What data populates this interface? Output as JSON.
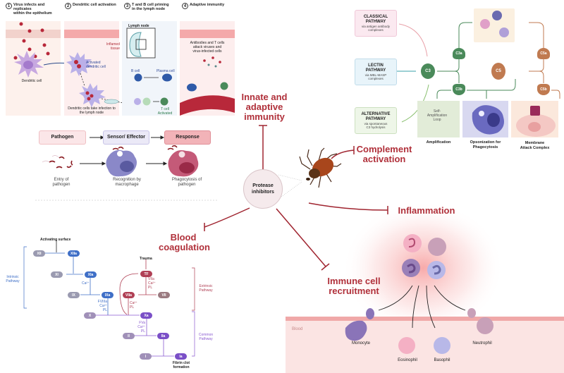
{
  "center": {
    "label_line1": "Protease",
    "label_line2": "inhibitors",
    "organism_icon": "tick-icon"
  },
  "targets": {
    "innate": [
      "Innate and",
      "adaptive",
      "immunity"
    ],
    "complement": [
      "Complement",
      "activation"
    ],
    "inflammation": "Inflammation",
    "coagulation": [
      "Blood",
      "coagulation"
    ],
    "recruitment": [
      "Immune cell",
      "recruitment"
    ]
  },
  "adaptive_panels": [
    {
      "num": "1",
      "title": [
        "Virus infects and replicates",
        "within the epithelium"
      ],
      "labels": [
        "Dendritic cell"
      ]
    },
    {
      "num": "2",
      "title": [
        "Dendritic cell activation"
      ],
      "labels": [
        "Inflamed tissue",
        "Activated dendritic cell",
        "Dendritic cells take infection to the lymph node"
      ]
    },
    {
      "num": "3",
      "title": [
        "T and B cell priming",
        "in the lymph node"
      ],
      "labels": [
        "Lymph node",
        "B cell",
        "Plasma cell",
        "T cell",
        "Activated"
      ]
    },
    {
      "num": "4",
      "title": [
        "Adaptive immunity"
      ],
      "labels": [
        "Antibodies and T cells",
        "attack viruses and",
        "virus-infected cells"
      ]
    }
  ],
  "pathogen_flow": {
    "boxes": [
      "Pathogen",
      "Sensor/ Effector",
      "Response"
    ],
    "captions": [
      [
        "Entry of",
        "pathogen"
      ],
      [
        "Recognition by",
        "macrophage"
      ],
      [
        "Phagocytosis of",
        "pathogen"
      ]
    ],
    "colors": {
      "pathogen": "#fbe6e8",
      "sensor": "#ebe9f7",
      "response": "#f2b3b8"
    }
  },
  "coagulation": {
    "activating_surface": "Activating surface",
    "trauma": "Trauma",
    "intrinsic": [
      "Intrinsic",
      "Pathway"
    ],
    "extrinsic": [
      "Extrinsic",
      "Pathway"
    ],
    "common": [
      "Common",
      "Pathway"
    ],
    "factors": {
      "XII": "XII",
      "XIIa": "XIIa",
      "XI": "XI",
      "XIa": "XIa",
      "IX": "IX",
      "IXa": "IXa",
      "TF": "TF",
      "VIIa": "VIIa",
      "VII": "VII",
      "X": "X",
      "Xa": "Xa",
      "II": "II",
      "IIa": "IIa",
      "I": "I",
      "Ia": "Ia"
    },
    "cofactors": {
      "ca": "Ca²⁺",
      "ixa": [
        "FVIIIa",
        "Ca²⁺",
        "PL"
      ],
      "tf": [
        "VIIa",
        "Ca²⁺",
        "PL"
      ],
      "viia": [
        "Ca²⁺",
        "PL"
      ],
      "xa": [
        "FVa",
        "Ca²⁺",
        "PL"
      ]
    },
    "fibrin": [
      "Fibrin clot",
      "formation"
    ]
  },
  "complement": {
    "classical": {
      "title": [
        "CLASSICAL",
        "PATHWAY"
      ],
      "sub": [
        "via antigen antibody",
        "complexes"
      ],
      "color": "#fbe9f0"
    },
    "lectin": {
      "title": [
        "LECTIN",
        "PATHWAY"
      ],
      "sub": [
        "via MBL-MASP",
        "complexes"
      ],
      "color": "#e8f4fa"
    },
    "alternative": {
      "title": [
        "ALTERNATIVE",
        "PATHWAY"
      ],
      "sub": [
        "via spontaneous",
        "C3 hydrolysis"
      ],
      "color": "#eef6e8"
    },
    "nodes": {
      "c3": "C3",
      "c3a": "C3a",
      "c3b": "C3b",
      "c5": "C5",
      "c5a": "C5a",
      "c5b": "C5b"
    },
    "loop": [
      "Self-",
      "Amplification",
      "Loop"
    ],
    "outcomes": [
      [
        "Amplification"
      ],
      [
        "Opsonization for",
        "Phagocytosis"
      ],
      [
        "Membrane",
        "Attack Complex"
      ]
    ]
  },
  "recruitment_scene": {
    "blood": "Blood",
    "cells": [
      "Monocyte",
      "Eosinophil",
      "Basophil",
      "Neutrophil"
    ]
  }
}
